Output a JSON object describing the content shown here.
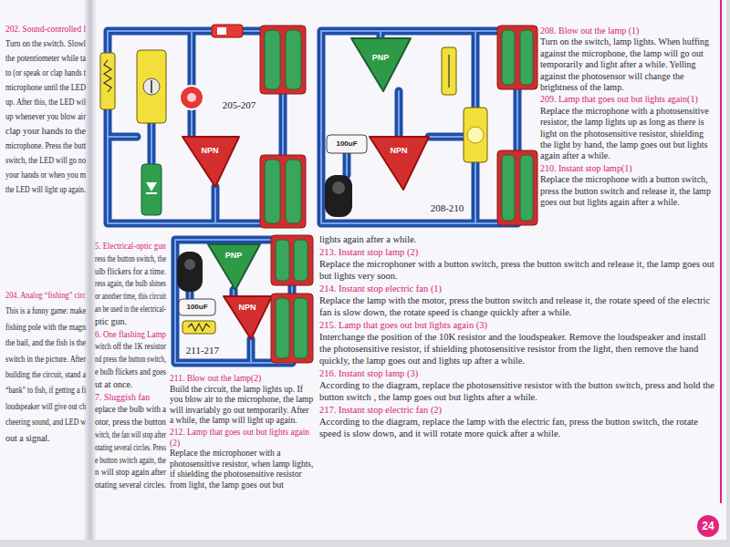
{
  "diagram": {
    "nodes": [
      {
        "text": [
          "24"
        ]
      }
    ],
    "labels": [
      "202. Sound-controlled l",
      "Turn on the switch. Slowl",
      "the potentiometer while ta",
      "to (or speak or clap hands t",
      "microphone until the LED",
      "up. After this, the LED wil",
      "up whenever you blow air",
      "clap your hands to the",
      "microphone. Press the butt",
      "switch, the LED will go no",
      "your hands or when you m",
      "the LED will light up again.",
      "204. Analog “fishing” circ",
      "This is a funny game: make",
      "fishing pole with the magn",
      "the bail, and the fish is the",
      "switch in the picture. After",
      "building the circuit, stand a",
      "“bank” to fish, if getting a fi",
      "loudspeaker will give out ch",
      "cheering sound, and LED w",
      "out a signal.",
      "5. Electrical-optic gun",
      "ress the button switch, the",
      "ulb flickers for a time.",
      "ress again, the bulb shines",
      "or another time, this circuit",
      "an be used in the electrical-",
      "ptic gun.",
      "6. One flashing Lamp",
      "witch off the 1K resistor",
      "nd press the button switch,",
      "e bulb flickers and goes",
      "ut at once.",
      "7. Sluggish fan",
      "eplace the bulb with a",
      "otor, press the button",
      "witch, the fan will stop after",
      "otating several circles. Press",
      "e button switch again, the",
      "n will stop again after",
      "otating several circles.",
      "205-207",
      "NPN",
      "208-210",
      "PNP",
      "100uF",
      "NPN",
      "211-217",
      "PNP",
      "100uF",
      "NPN",
      "211. Blow out the lamp(2)",
      "Build the circuit, the lamp lights up. If you blow air to the microphone, the lamp will invariably go out temporarily. After a while, the lamp will light up again.",
      "212. Lamp that goes out but lights again (2)",
      "Replace the microphoner with a photosensitive resistor, when lamp lights, if shielding the photosensitive resistor from light, the lamp goes out but",
      "208. Blow out the lamp (1)",
      "Turn on the switch, lamp lights. When huffing against the microphone, the lamp will go out temporarily and light after a while. Yelling against the photosensor will change the brightness of the lamp.",
      "209. Lamp that goes out but lights again(1)",
      "Replace the microphone with a photosensitive resistor, the lamp lights up as long as there is light on the photosensitive resistor, shielding the light by hand, the lamp goes out but lights again after a while.",
      "210. Instant stop lamp(1)",
      "Replace the microphone with a button switch, press the button switch and release it, the lamp goes out but lights again after a while.",
      "lights again after a while.",
      "213. Instant stop lamp (2)",
      "Replace the microphoner with a button switch, press the button switch and release it, the lamp goes out but lights very soon.",
      "214. Instant stop electric fan (1)",
      "Replace the lamp with the motor, press the button switch and release it, the rotate speed of the electric fan is slow down, the rotate speed is change quickly after a while.",
      "215. Lamp that goes out but lights again (3)",
      "Interchange the position of the 10K resistor and the loudspeaker. Remove the loudspeaker and install the photosensitive resistor, if shielding photosensitive resistor from the light, then remove the hand quickly, the lamp goes out and lights up after a while.",
      "216. Instant stop lamp (3)",
      "According to the diagram, replace the photosensitive resistor with the button switch, press and hold the button switch , the lamp goes out but lights after a while.",
      "217. Instant stop electric fan (2)",
      "According to the diagram, replace the lamp with the electric fan, press the button switch, the rotate speed is slow down, and it will rotate more quick after a while."
    ]
  }
}
